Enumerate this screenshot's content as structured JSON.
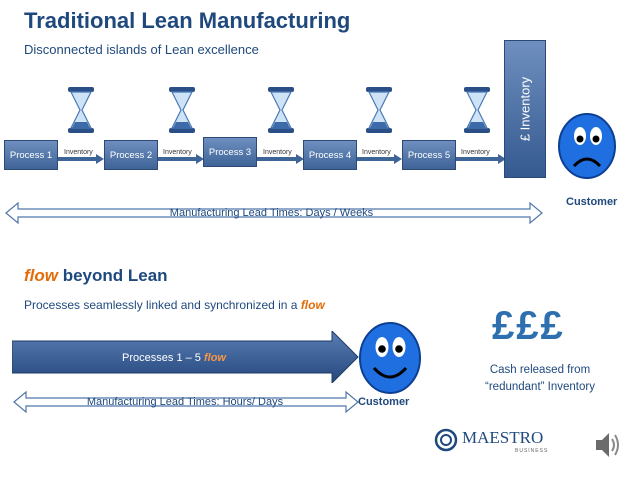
{
  "title": "Traditional Lean Manufacturing",
  "subtitle": "Disconnected islands of Lean excellence",
  "processes": [
    "Process 1",
    "Process 2",
    "Process 3",
    "Process 4",
    "Process 5"
  ],
  "inventory_label": "Inventory",
  "inventory_bar_label": "£ Inventory",
  "customer_label": "Customer",
  "lead_time_traditional": "Manufacturing Lead Times: Days / Weeks",
  "flow_title_word": "flow",
  "flow_title_rest": " beyond Lean",
  "flow_subtitle_text": "Processes seamlessly linked and synchronized in a ",
  "flow_subtitle_word": "flow",
  "flow_arrow_text": "Processes 1 – 5 ",
  "flow_arrow_word": "flow",
  "lead_time_flow": "Manufacturing Lead Times: Hours/ Days",
  "pounds_symbol": "£££",
  "cash_released": "Cash  released from “redundant” Inventory",
  "logo_text": "MAESTRO",
  "logo_sub": "BUSINESS",
  "colors": {
    "title": "#1f497d",
    "accent_orange": "#e36c09",
    "process_blue": "#4f76aa",
    "smiley_blue": "#1f6fe0"
  }
}
